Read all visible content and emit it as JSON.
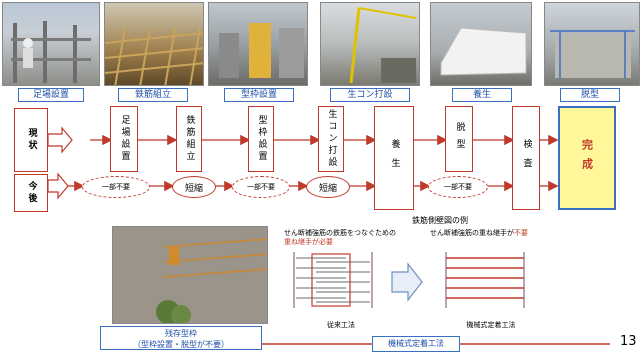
{
  "steps": [
    "足場設置",
    "鉄筋組立",
    "型枠設置",
    "生コン打設",
    "養生",
    "脱型"
  ],
  "rows": {
    "current": {
      "label": "現状",
      "boxes": [
        "足場設置",
        "鉄筋組立",
        "型枠設置",
        "生コン打設",
        "養生",
        "脱型",
        "検査"
      ]
    },
    "future": {
      "label": "今後",
      "items": [
        "一部不要",
        "短縮",
        "一部不要",
        "短縮",
        "一部不要"
      ]
    }
  },
  "complete": "完成",
  "diagram": {
    "title": "鉄筋側壁図の例",
    "left_note_1": "せん断補強筋の鉄筋をつなぐための",
    "left_note_2": "重ね継手が必要",
    "right_note_prefix": "せん断補強筋の重ね継手が",
    "right_note_red": "不要",
    "left_caption": "従来工法",
    "right_caption": "機械式定着工法",
    "box_label": "機械式定着工法"
  },
  "photo_caption_1": "残存型枠",
  "photo_caption_2": "（型枠設置・脱型が不要）",
  "page_number": "13",
  "colors": {
    "accent_red": "#c0392b",
    "accent_blue": "#3b6fc1",
    "complete_fill": "#fff79a"
  }
}
